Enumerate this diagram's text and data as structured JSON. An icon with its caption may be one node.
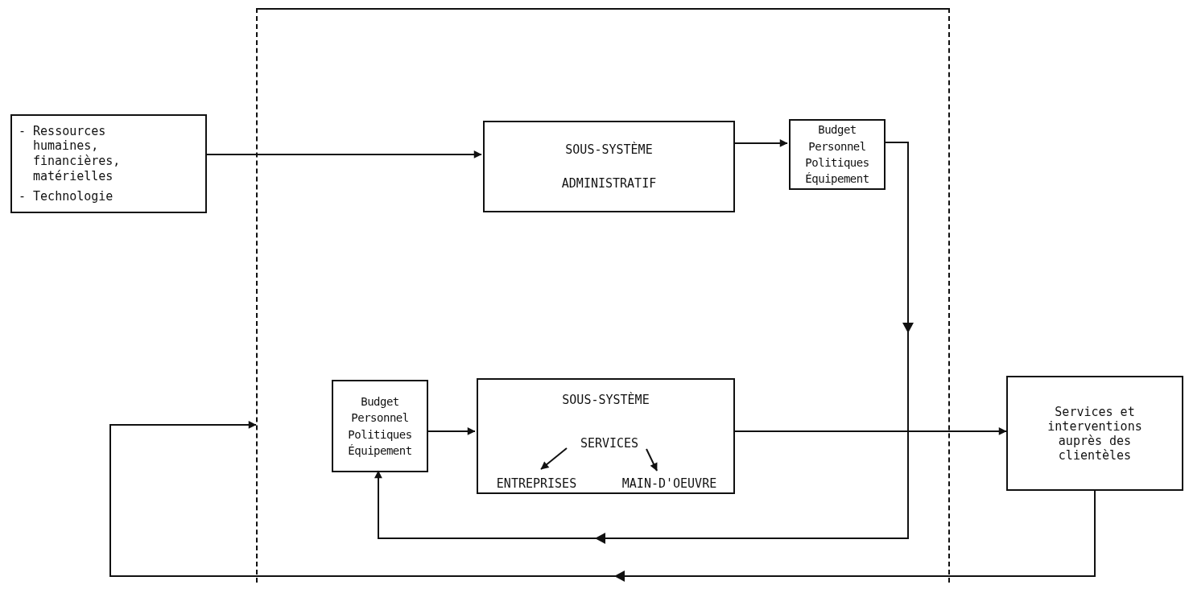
{
  "diagram": {
    "nodes": [
      {
        "text": [
          "- Ressources humaines, financières, matérielles",
          "- Technologie"
        ]
      },
      {
        "text": [],
        "shape": "box"
      },
      {
        "text": [
          "SOUS-SYSTÈME",
          "ADMINISTRATIF"
        ],
        "in": 1
      },
      {
        "text": [
          "Budget Personnel Politiques Équipement"
        ],
        "in": 1
      },
      {
        "text": [
          "Budget Personnel Politiques Équipement"
        ],
        "in": 1
      },
      {
        "text": [
          "SOUS-SYSTÈME"
        ],
        "in": 1
      },
      {
        "text": [
          "SERVICES"
        ],
        "in": 5
      },
      {
        "text": [
          "ENTREPRISES"
        ],
        "in": 5
      },
      {
        "text": [
          "MAIN-D'OEUVRE"
        ],
        "in": 5
      },
      {
        "text": [
          "Services et interventions auprès des clientèles"
        ]
      }
    ],
    "edges": [
      {
        "from": 0,
        "to": 2,
        "arrow": "to"
      },
      {
        "from": 2,
        "to": 3,
        "arrow": "to"
      },
      {
        "from": 3,
        "to": 4,
        "arrow": "to"
      },
      {
        "from": 4,
        "to": 5,
        "arrow": "to"
      },
      {
        "from": 5,
        "to": 9,
        "arrow": "to"
      },
      {
        "from": 9,
        "to": 1,
        "arrow": "to"
      },
      {
        "from": 6,
        "to": 7,
        "arrow": "to"
      },
      {
        "from": 6,
        "to": 8,
        "arrow": "to"
      }
    ]
  }
}
